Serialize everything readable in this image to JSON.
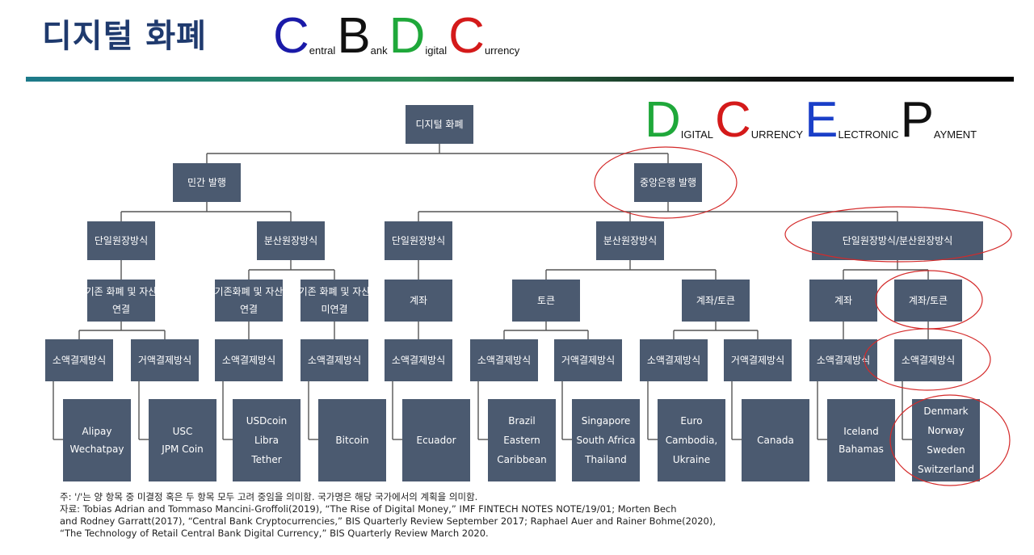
{
  "header": {
    "title": "디지털 화폐",
    "cbdc": [
      {
        "big": "C",
        "small": "entral",
        "color": "#1a1aa8"
      },
      {
        "big": "B",
        "small": "ank",
        "color": "#111111"
      },
      {
        "big": "D",
        "small": "igital",
        "color": "#1fa83a"
      },
      {
        "big": "C",
        "small": "urrency",
        "color": "#d41a1a"
      }
    ],
    "dcep": [
      {
        "big": "D",
        "small": "IGITAL",
        "color": "#1fa83a"
      },
      {
        "big": "C",
        "small": "URRENCY",
        "color": "#d41a1a"
      },
      {
        "big": "E",
        "small": "LECTRONIC",
        "color": "#1a3fc8"
      },
      {
        "big": "P",
        "small": "AYMENT",
        "color": "#111111"
      }
    ]
  },
  "nodes": [
    {
      "id": "root",
      "lines": [
        "디지털 화폐"
      ]
    },
    {
      "id": "private",
      "lines": [
        "민간 발행"
      ]
    },
    {
      "id": "central",
      "lines": [
        "중앙은행 발행"
      ]
    },
    {
      "id": "p_single",
      "lines": [
        "단일원장방식"
      ]
    },
    {
      "id": "p_dist",
      "lines": [
        "분산원장방식"
      ]
    },
    {
      "id": "c_single",
      "lines": [
        "단일원장방식"
      ]
    },
    {
      "id": "c_dist",
      "lines": [
        "분산원장방식"
      ]
    },
    {
      "id": "c_mixed",
      "lines": [
        "단일원장방식/분산원장방식"
      ]
    },
    {
      "id": "l3_a",
      "lines": [
        "기존 화폐 및 자산",
        "연결"
      ]
    },
    {
      "id": "l3_b",
      "lines": [
        "기존화폐 및 자산",
        "연결"
      ]
    },
    {
      "id": "l3_c",
      "lines": [
        "기존 화폐 및 자산",
        "미연결"
      ]
    },
    {
      "id": "l3_d",
      "lines": [
        "계좌"
      ]
    },
    {
      "id": "l3_e",
      "lines": [
        "토큰"
      ]
    },
    {
      "id": "l3_f",
      "lines": [
        "계좌/토큰"
      ]
    },
    {
      "id": "l3_g",
      "lines": [
        "계좌"
      ]
    },
    {
      "id": "l3_h",
      "lines": [
        "계좌/토큰"
      ]
    },
    {
      "id": "l4_1",
      "lines": [
        "소액결제방식"
      ]
    },
    {
      "id": "l4_2",
      "lines": [
        "거액결제방식"
      ]
    },
    {
      "id": "l4_3",
      "lines": [
        "소액결제방식"
      ]
    },
    {
      "id": "l4_4",
      "lines": [
        "소액결제방식"
      ]
    },
    {
      "id": "l4_5",
      "lines": [
        "소액결제방식"
      ]
    },
    {
      "id": "l4_6",
      "lines": [
        "소액결제방식"
      ]
    },
    {
      "id": "l4_7",
      "lines": [
        "거액결제방식"
      ]
    },
    {
      "id": "l4_8",
      "lines": [
        "소액결제방식"
      ]
    },
    {
      "id": "l4_9",
      "lines": [
        "거액결제방식"
      ]
    },
    {
      "id": "l4_10",
      "lines": [
        "소액결제방식"
      ]
    },
    {
      "id": "l4_11",
      "lines": [
        "소액결제방식"
      ]
    },
    {
      "id": "l5_1",
      "lines": [
        "Alipay",
        "Wechatpay"
      ]
    },
    {
      "id": "l5_2",
      "lines": [
        "USC",
        "JPM Coin"
      ]
    },
    {
      "id": "l5_3",
      "lines": [
        "USDcoin",
        "Libra",
        "Tether"
      ]
    },
    {
      "id": "l5_4",
      "lines": [
        "Bitcoin"
      ]
    },
    {
      "id": "l5_5",
      "lines": [
        "Ecuador"
      ]
    },
    {
      "id": "l5_6",
      "lines": [
        "Brazil",
        "Eastern",
        "Caribbean"
      ]
    },
    {
      "id": "l5_7",
      "lines": [
        "Singapore",
        "South Africa",
        "Thailand"
      ]
    },
    {
      "id": "l5_8",
      "lines": [
        "Euro",
        "Cambodia,",
        "Ukraine"
      ]
    },
    {
      "id": "l5_9",
      "lines": [
        "Canada"
      ]
    },
    {
      "id": "l5_10",
      "lines": [
        "Iceland",
        "Bahamas"
      ]
    },
    {
      "id": "l5_11",
      "lines": [
        "Denmark",
        "Norway",
        "Sweden",
        "Switzerland"
      ]
    }
  ],
  "notes": [
    "주: '/'는 양 항목 중 미결정 혹은 두 항목 모두 고려 중임을 의미함. 국가명은 해당 국가에서의 계획을 의미함.",
    "자료: Tobias Adrian and Tommaso Mancini-Groffoli(2019), “The Rise of Digital Money,” IMF FINTECH NOTES NOTE/19/01; Morten Bech",
    "and Rodney Garratt(2017), “Central Bank Cryptocurrencies,” BIS Quarterly Review September 2017; Raphael Auer and Rainer Bohme(2020),",
    "“The Technology of Retail Central Bank Digital Currency,” BIS Quarterly Review March 2020."
  ]
}
